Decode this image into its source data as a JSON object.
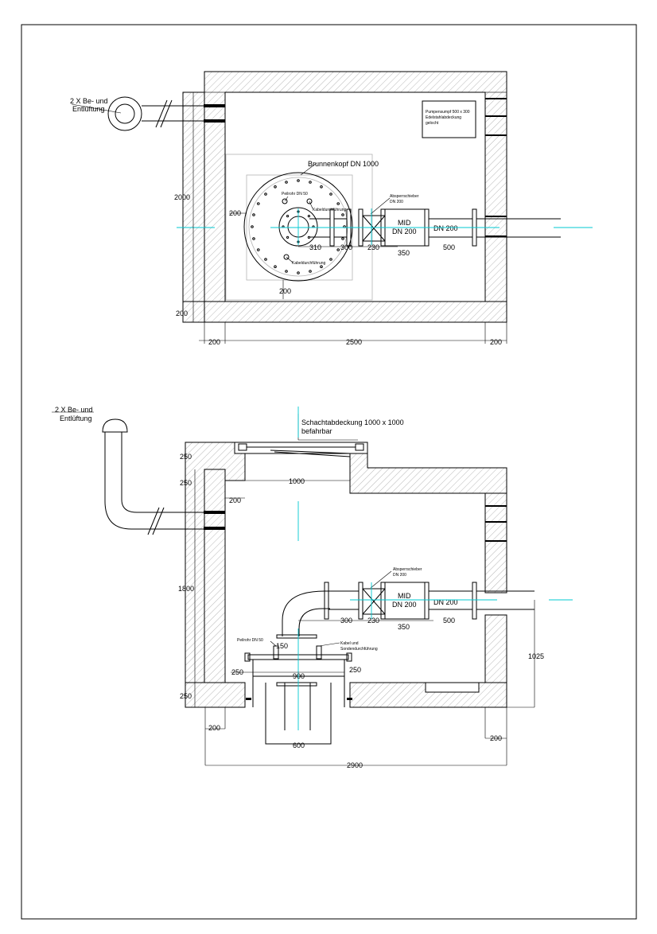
{
  "plan": {
    "vent_label": [
      "2 X Be- und",
      "Entlüftung"
    ],
    "wellhead_label": "Brunnenkopf DN 1000",
    "pump_note": [
      "Pumpensumpf 500 x 300",
      "Edelstahlabdeckung",
      "gelocht"
    ],
    "peilrohr_label": "Peilrohr DN 50",
    "cable_label_top": "Kabeldurchführung",
    "cable_label_bottom": "Kabeldurchführung",
    "valve_label": [
      "Absperrschieber",
      "DN 200"
    ],
    "mid_label": [
      "MID",
      "DN 200"
    ],
    "pipe_label": "DN 200",
    "dims": {
      "height": "2000",
      "left_offset": "200",
      "bottom_wall": "200",
      "center_bottom": "200",
      "d310": "310",
      "d300": "300",
      "d230": "230",
      "d350": "350",
      "d500": "500",
      "bottom_left": "200",
      "bottom_total": "2500",
      "bottom_right": "200"
    }
  },
  "section": {
    "vent_label": [
      "2 X Be- und",
      "Entlüftung"
    ],
    "cover_label": [
      "Schachtabdeckung 1000 x 1000",
      "befahrbar"
    ],
    "valve_label": [
      "Absperrschieber",
      "DN 200"
    ],
    "mid_label": [
      "MID",
      "DN 200"
    ],
    "pipe_label": "DN 200",
    "peilrohr_label": "Peilrohr DN 50",
    "cable_label": [
      "Kabel und",
      "Sondendurchführung"
    ],
    "dims": {
      "top_250": "250",
      "second_250": "250",
      "opening": "1000",
      "wall_200": "200",
      "height": "1800",
      "d300": "300",
      "d230": "230",
      "d350": "350",
      "d500": "500",
      "d150": "150",
      "flange_left": "250",
      "flange_width": "900",
      "flange_right": "250",
      "bottom_250": "250",
      "right_depth": "1025",
      "bottom_left": "200",
      "casing": "600",
      "right_200": "200",
      "total": "2900"
    }
  }
}
